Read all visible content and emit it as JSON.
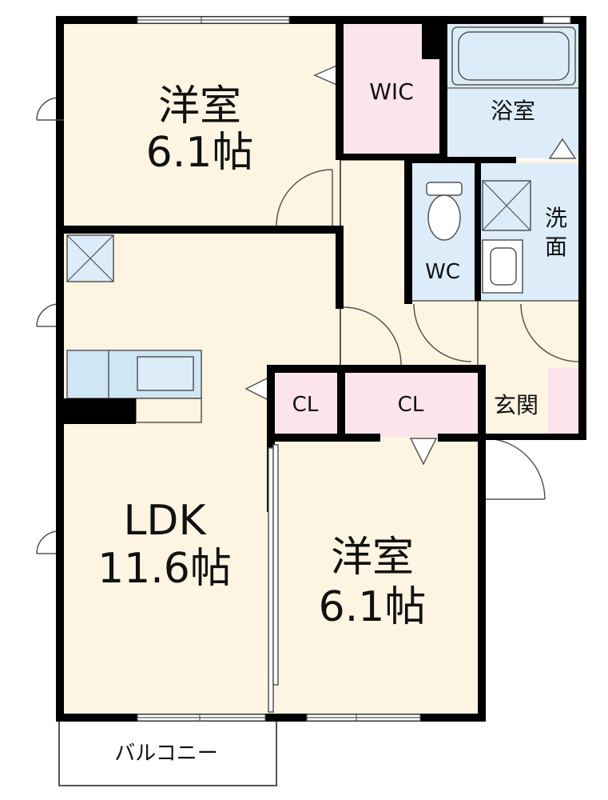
{
  "plan": {
    "colors": {
      "wall": "#000000",
      "living": "#fdf5e2",
      "wet": "#dcecf8",
      "storage": "#fbe4ec",
      "fixture": "#cfe7f5",
      "balcony": "#ffffff"
    },
    "rooms": {
      "bedroom_north": {
        "name": "洋室",
        "size": "6.1帖"
      },
      "wic": {
        "name": "WIC"
      },
      "bath": {
        "name": "浴室"
      },
      "washroom": {
        "name_line1": "洗",
        "name_line2": "面"
      },
      "wc": {
        "name": "WC"
      },
      "ldk": {
        "name": "LDK",
        "size": "11.6帖"
      },
      "cl_small": {
        "name": "CL"
      },
      "cl_large": {
        "name": "CL"
      },
      "entrance": {
        "name": "玄関"
      },
      "bedroom_south": {
        "name": "洋室",
        "size": "6.1帖"
      },
      "balcony": {
        "name": "バルコニー"
      }
    }
  }
}
